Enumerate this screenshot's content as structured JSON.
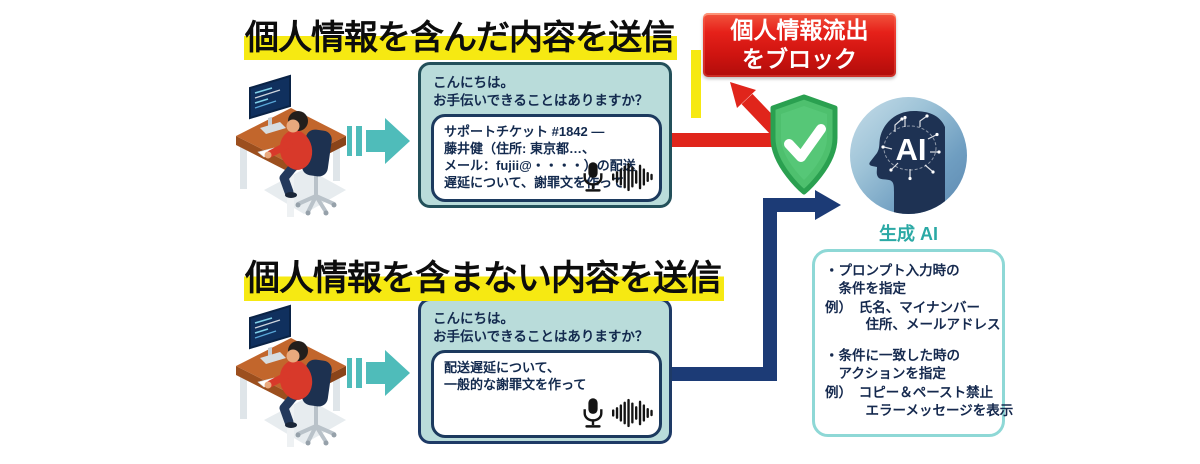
{
  "titles": {
    "flow1": "個人情報を含んだ内容を送信",
    "flow2": "個人情報を含まない内容を送信"
  },
  "block_badge": {
    "line1": "個人情報流出",
    "line2": "をブロック"
  },
  "chat1": {
    "greeting1": "こんにちは。",
    "greeting2": "お手伝いできることはありますか？",
    "prompt1": "サポートチケット #1842 —",
    "prompt2": "藤井健（住所: 東京都…、",
    "prompt3": "メール：fujii@・・・・）の配送",
    "prompt4": "遅延について、謝罪文を作って"
  },
  "chat2": {
    "greeting1": "こんにちは。",
    "greeting2": "お手伝いできることはありますか？",
    "prompt1": "配送遅延について、",
    "prompt2": "一般的な謝罪文を作って"
  },
  "ai": {
    "label": "AI",
    "caption": "生成 AI"
  },
  "panel": {
    "item1_line1": "・プロンプト入力時の",
    "item1_line2": "　条件を指定",
    "item1_ex1": "例）　氏名、マイナンバー",
    "item1_ex2": "　　　住所、メールアドレス",
    "item2_line1": "・条件に一致した時の",
    "item2_line2": "　アクションを指定",
    "item2_ex1": "例）　コピー＆ペースト禁止",
    "item2_ex2": "　　　エラーメッセージを表示"
  },
  "colors": {
    "highlight_yellow": "#f6e912",
    "badge_red": "#cf1410",
    "arrow_red": "#e0251b",
    "arrow_navy": "#1c3b76",
    "shield_green": "#4ec06e",
    "bubble_teal": "#b9dcda",
    "flow_arrow_teal": "#4fbcba",
    "ai_caption_teal": "#2ba9a5"
  }
}
